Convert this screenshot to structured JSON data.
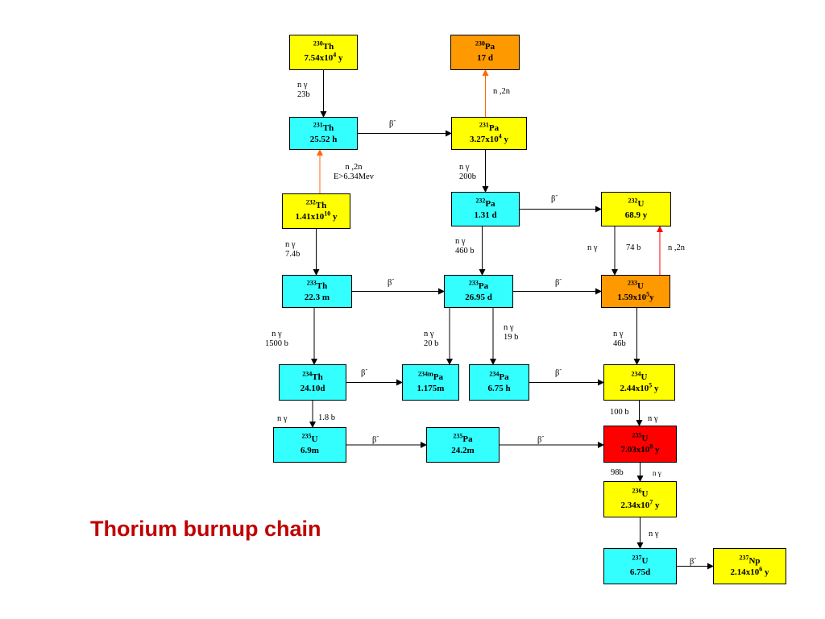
{
  "title": "Thorium burnup chain",
  "colors": {
    "yellow": "#ffff00",
    "cyan": "#33ffff",
    "orange": "#ff9900",
    "red": "#ff0000",
    "arrow_black": "#000000",
    "arrow_orange": "#ff6600",
    "arrow_red": "#ff0000",
    "title": "#c00000"
  },
  "nodes": {
    "th230": {
      "mass": "230",
      "sym": "Th",
      "hl": "7.54x10",
      "hl_exp": "4",
      "hl_unit": " y",
      "color": "yellow"
    },
    "pa230": {
      "mass": "230",
      "sym": "Pa",
      "hl": "17 d",
      "hl_exp": "",
      "hl_unit": "",
      "color": "orange"
    },
    "th231": {
      "mass": "231",
      "sym": "Th",
      "hl": "25.52 h",
      "hl_exp": "",
      "hl_unit": "",
      "color": "cyan"
    },
    "pa231": {
      "mass": "231",
      "sym": "Pa",
      "hl": "3.27x10",
      "hl_exp": "4",
      "hl_unit": " y",
      "color": "yellow"
    },
    "th232": {
      "mass": "232",
      "sym": "Th",
      "hl": "1.41x10",
      "hl_exp": "10",
      "hl_unit": " y",
      "color": "yellow"
    },
    "pa232": {
      "mass": "232",
      "sym": "Pa",
      "hl": "1.31 d",
      "hl_exp": "",
      "hl_unit": "",
      "color": "cyan"
    },
    "u232": {
      "mass": "232",
      "sym": "U",
      "hl": "68.9 y",
      "hl_exp": "",
      "hl_unit": "",
      "color": "yellow"
    },
    "th233": {
      "mass": "233",
      "sym": "Th",
      "hl": "22.3 m",
      "hl_exp": "",
      "hl_unit": "",
      "color": "cyan"
    },
    "pa233": {
      "mass": "233",
      "sym": "Pa",
      "hl": "26.95 d",
      "hl_exp": "",
      "hl_unit": "",
      "color": "cyan"
    },
    "u233": {
      "mass": "233",
      "sym": "U",
      "hl": "1.59x10",
      "hl_exp": "5",
      "hl_unit": "y",
      "color": "orange"
    },
    "th234": {
      "mass": "234",
      "sym": "Th",
      "hl": "24.10d",
      "hl_exp": "",
      "hl_unit": "",
      "color": "cyan"
    },
    "pa234m": {
      "mass": "234m",
      "sym": "Pa",
      "hl": "1.175m",
      "hl_exp": "",
      "hl_unit": "",
      "color": "cyan"
    },
    "pa234": {
      "mass": "234",
      "sym": "Pa",
      "hl": "6.75 h",
      "hl_exp": "",
      "hl_unit": "",
      "color": "cyan"
    },
    "u234": {
      "mass": "234",
      "sym": "U",
      "hl": "2.44x10",
      "hl_exp": "5",
      "hl_unit": " y",
      "color": "yellow"
    },
    "u235a": {
      "mass": "235",
      "sym": "U",
      "hl": "6.9m",
      "hl_exp": "",
      "hl_unit": "",
      "color": "cyan"
    },
    "pa235": {
      "mass": "235",
      "sym": "Pa",
      "hl": "24.2m",
      "hl_exp": "",
      "hl_unit": "",
      "color": "cyan"
    },
    "u235": {
      "mass": "235",
      "sym": "U",
      "hl": "7.03x10",
      "hl_exp": "8",
      "hl_unit": " y",
      "color": "red"
    },
    "u236": {
      "mass": "236",
      "sym": "U",
      "hl": "2.34x10",
      "hl_exp": "7",
      "hl_unit": " y",
      "color": "yellow"
    },
    "u237": {
      "mass": "237",
      "sym": "U",
      "hl": "6.75d",
      "hl_exp": "",
      "hl_unit": "",
      "color": "cyan"
    },
    "np237": {
      "mass": "237",
      "sym": "Np",
      "hl": "2.14x10",
      "hl_exp": "6",
      "hl_unit": " y",
      "color": "yellow"
    }
  },
  "transitions": [
    {
      "from": "th230",
      "to": "th231",
      "type": "n-gamma",
      "label": "n γ\n23b"
    },
    {
      "from": "pa231",
      "to": "pa230",
      "type": "n-2n",
      "label": "n ,2n"
    },
    {
      "from": "th231",
      "to": "pa231",
      "type": "beta",
      "label": "β-"
    },
    {
      "from": "th232",
      "to": "th231",
      "type": "n-2n",
      "label": "n ,2n\nE>6.34Mev"
    },
    {
      "from": "pa231",
      "to": "pa232",
      "type": "n-gamma",
      "label": "n γ\n200b"
    },
    {
      "from": "pa232",
      "to": "u232",
      "type": "beta",
      "label": "β-"
    },
    {
      "from": "th232",
      "to": "th233",
      "type": "n-gamma",
      "label": "n γ\n7.4b"
    },
    {
      "from": "pa232",
      "to": "pa233",
      "type": "n-gamma",
      "label": "n γ\n460 b"
    },
    {
      "from": "u232",
      "to": "u233",
      "type": "n-gamma",
      "label": "n γ   74 b"
    },
    {
      "from": "u233",
      "to": "u232",
      "type": "n-2n",
      "label": "n ,2n"
    },
    {
      "from": "th233",
      "to": "pa233",
      "type": "beta",
      "label": "β-"
    },
    {
      "from": "pa233",
      "to": "u233",
      "type": "beta",
      "label": "β-"
    },
    {
      "from": "th233",
      "to": "th234",
      "type": "n-gamma",
      "label": "n γ\n1500 b"
    },
    {
      "from": "pa233",
      "to": "pa234m",
      "type": "n-gamma",
      "label": "n γ\n20 b"
    },
    {
      "from": "pa233",
      "to": "pa234",
      "type": "n-gamma",
      "label": "n γ\n19 b"
    },
    {
      "from": "u233",
      "to": "u234",
      "type": "n-gamma",
      "label": "n γ\n46b"
    },
    {
      "from": "th234",
      "to": "pa234m",
      "type": "beta",
      "label": "β-"
    },
    {
      "from": "pa234",
      "to": "u234",
      "type": "beta",
      "label": "β-"
    },
    {
      "from": "th234",
      "to": "u235a",
      "type": "n-gamma",
      "label": "n γ   1.8 b"
    },
    {
      "from": "u234",
      "to": "u235",
      "type": "n-gamma",
      "label": "100 b   n γ"
    },
    {
      "from": "u235a",
      "to": "pa235",
      "type": "beta",
      "label": "β-"
    },
    {
      "from": "pa235",
      "to": "u235",
      "type": "beta",
      "label": "β-"
    },
    {
      "from": "u235",
      "to": "u236",
      "type": "n-gamma",
      "label": "98b   n γ"
    },
    {
      "from": "u236",
      "to": "u237",
      "type": "n-gamma",
      "label": "n γ"
    },
    {
      "from": "u237",
      "to": "np237",
      "type": "beta",
      "label": "β-"
    }
  ],
  "labels": {
    "ng": "n γ",
    "n2n": "n ,2n",
    "beta": "β",
    "beta_sup": "-",
    "b23": "23b",
    "b200": "200b",
    "e634": "E>6.34Mev",
    "b74": "74 b",
    "b74_4": "7.4b",
    "b460": "460 b",
    "b1500": "1500 b",
    "b20": "20 b",
    "b19": "19 b",
    "b46": "46b",
    "b18": "1.8 b",
    "b100": "100 b",
    "b98": "98b"
  }
}
